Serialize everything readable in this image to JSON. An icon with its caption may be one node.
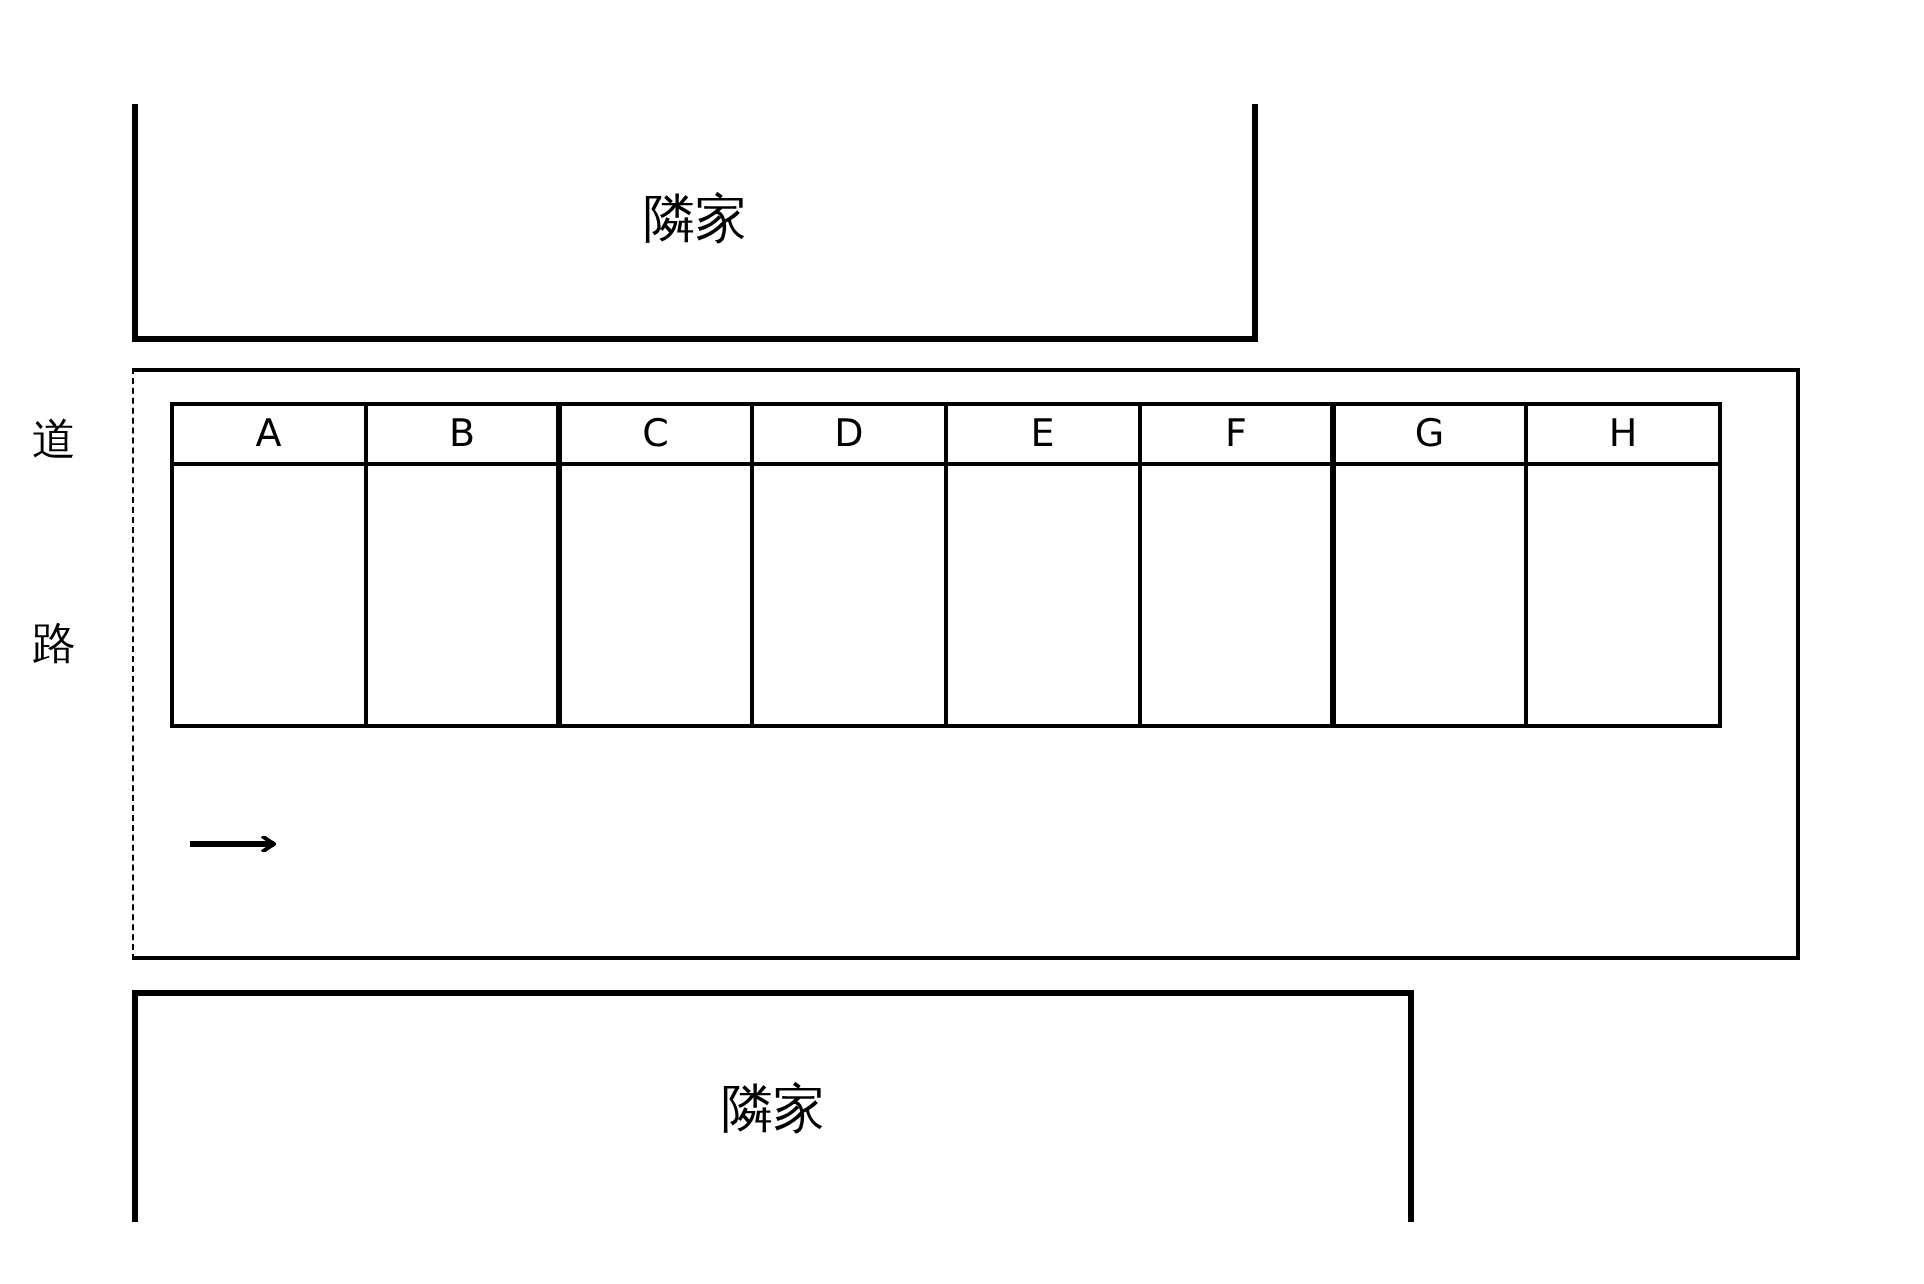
{
  "diagram": {
    "nodes": [
      {
        "text": [
          "隣家"
        ]
      },
      {
        "text": [],
        "shape": "box"
      },
      {
        "text": [
          "A"
        ],
        "in": 1
      },
      {
        "text": [
          "B"
        ],
        "in": 1
      },
      {
        "text": [
          "C"
        ],
        "in": 1
      },
      {
        "text": [
          "D"
        ],
        "in": 1
      },
      {
        "text": [
          "E"
        ],
        "in": 1
      },
      {
        "text": [
          "F"
        ],
        "in": 1
      },
      {
        "text": [
          "G"
        ],
        "in": 1
      },
      {
        "text": [
          "H"
        ],
        "in": 1
      },
      {
        "text": [
          "隣家"
        ]
      }
    ],
    "labels": [
      "道",
      "路"
    ]
  }
}
